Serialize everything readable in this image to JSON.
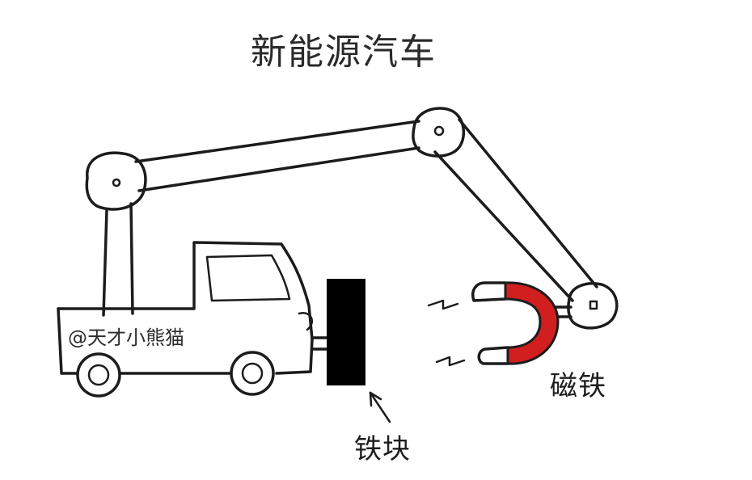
{
  "title": "新能源汽车",
  "watermark": "@天才小熊猫",
  "labels": {
    "iron_block": "铁块",
    "magnet": "磁铁"
  },
  "colors": {
    "ink": "#1c1c1c",
    "magnet_red": "#d11e1e",
    "iron_block": "#000000"
  }
}
